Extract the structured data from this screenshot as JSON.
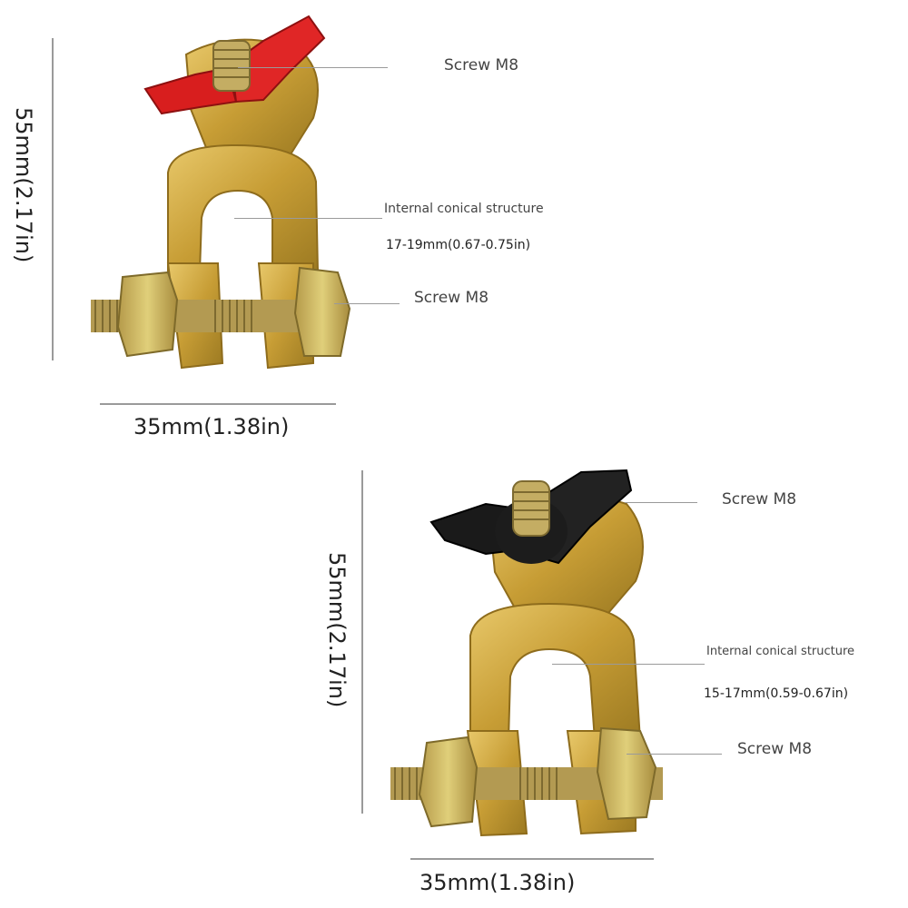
{
  "clamps": [
    {
      "variant": "positive",
      "wing_nut_color": "#d81e1e",
      "height_dimension": "55mm(2.17in)",
      "width_dimension": "35mm(1.38in)",
      "labels": {
        "top_screw": "Screw M8",
        "structure": "Internal conical structure",
        "structure_size": "17-19mm(0.67-0.75in)",
        "side_screw": "Screw M8"
      }
    },
    {
      "variant": "negative",
      "wing_nut_color": "#1a1a1a",
      "height_dimension": "55mm(2.17in)",
      "width_dimension": "35mm(1.38in)",
      "labels": {
        "top_screw": "Screw M8",
        "structure": "Internal conical structure",
        "structure_size": "15-17mm(0.59-0.67in)",
        "side_screw": "Screw M8"
      }
    }
  ],
  "colors": {
    "brass": "#c9a13a",
    "brass_dark": "#9c7a22",
    "brass_light": "#e6c56a",
    "zinc": "#c8b060",
    "leader_line": "#9a9a9a"
  }
}
